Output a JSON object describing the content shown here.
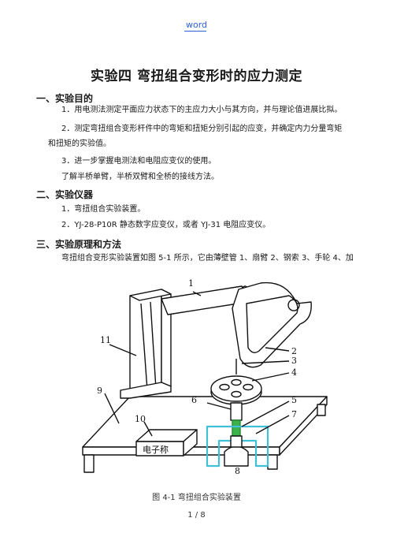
{
  "header": {
    "word": "word"
  },
  "title": "实验四  弯扭组合变形时的应力测定",
  "sections": [
    {
      "heading": "一、实验目的"
    },
    {
      "heading": "二、实验仪器"
    },
    {
      "heading": "三、实验原理和方法"
    }
  ],
  "purpose": {
    "p1": "1．用电测法测定平面应力状态下的主应力大小与其方向，并与理论值进展比拟。",
    "p2a": "2．测定弯扭组合变形杆件中的弯矩和扭矩分别引起的应变，并确定内力分量弯矩",
    "p2b": "和扭矩的实验值。",
    "p3": "3．进一步掌握电测法和电阻应变仪的使用。",
    "p4": "了解半桥单臂，半桥双臂和全桥的接线方法。"
  },
  "instruments": {
    "p1": "1．弯扭组合实验装置。",
    "p2": "2．YJ-28-P10R 静态数字应变仪，或者 YJ-31 电阻应变仪。"
  },
  "principle": {
    "p1": "弯扭组合变形实验装置如图 5-1 所示，它由薄壁管 1、扇臂 2、钢索 3、手轮 4、加"
  },
  "figure": {
    "labels": [
      "1",
      "2",
      "3",
      "4",
      "5",
      "6",
      "7",
      "8",
      "9",
      "10",
      "11"
    ],
    "scale_text": "电子称",
    "caption": "图 4-1    弯扭组合实验装置"
  },
  "footer": {
    "page": "1  /  8"
  }
}
